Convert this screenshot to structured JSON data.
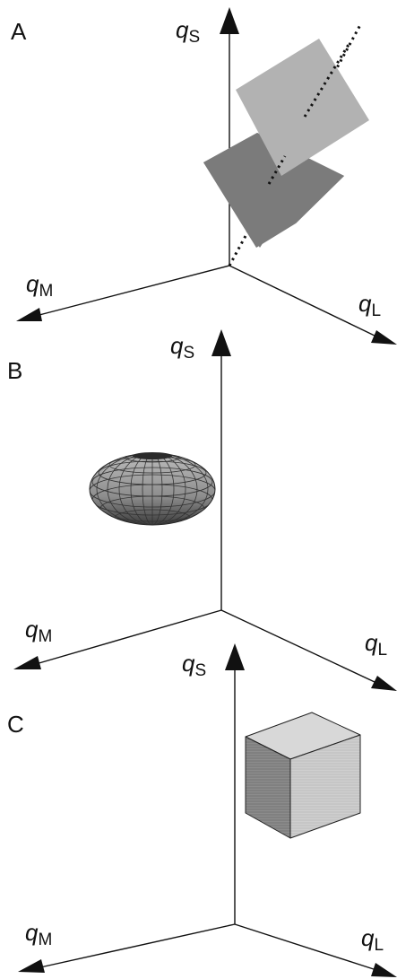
{
  "panels": [
    {
      "letter": "A",
      "axes": {
        "s": {
          "q": "q",
          "sub": "S"
        },
        "m": {
          "q": "q",
          "sub": "M"
        },
        "l": {
          "q": "q",
          "sub": "L"
        }
      },
      "shape": "two overlapping squares on dotted line"
    },
    {
      "letter": "B",
      "axes": {
        "s": {
          "q": "q",
          "sub": "S"
        },
        "m": {
          "q": "q",
          "sub": "M"
        },
        "l": {
          "q": "q",
          "sub": "L"
        }
      },
      "shape": "ellipsoid"
    },
    {
      "letter": "C",
      "axes": {
        "s": {
          "q": "q",
          "sub": "S"
        },
        "m": {
          "q": "q",
          "sub": "M"
        },
        "l": {
          "q": "q",
          "sub": "L"
        }
      },
      "shape": "cube"
    }
  ],
  "colors": {
    "axis": "#111111",
    "square_dark": "#7a7a7a",
    "square_light": "#b4b4b4",
    "ellipsoid": "#9a9a9a",
    "cube_front": "#c8c8c8",
    "cube_side": "#8a8a8a",
    "cube_top": "#d9d9d9"
  }
}
